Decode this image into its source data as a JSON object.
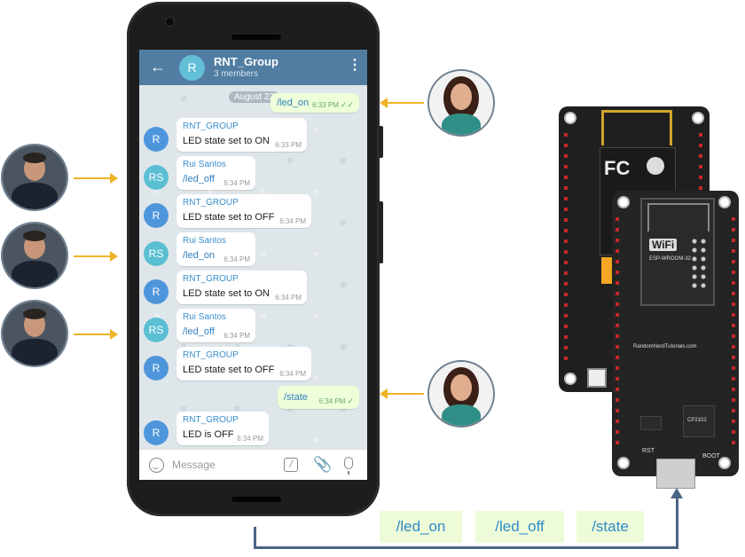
{
  "chat": {
    "group_name": "RNT_Group",
    "members": "3 members",
    "avatar_letter": "R",
    "date": "August 22",
    "input_placeholder": "Message",
    "messages": [
      {
        "dir": "out",
        "text": "/led_on",
        "time": "6:33 PM"
      },
      {
        "dir": "in",
        "avatar": "R",
        "sender": "RNT_GROUP",
        "text": "LED state set to ON",
        "time": "6:33 PM"
      },
      {
        "dir": "in",
        "avatar": "RS",
        "sender": "Rui Santos",
        "text": "/led_off",
        "time": "6:34 PM"
      },
      {
        "dir": "in",
        "avatar": "R",
        "sender": "RNT_GROUP",
        "text": "LED state set to OFF",
        "time": "6:34 PM"
      },
      {
        "dir": "in",
        "avatar": "RS",
        "sender": "Rui Santos",
        "text": "/led_on",
        "time": "6:34 PM"
      },
      {
        "dir": "in",
        "avatar": "R",
        "sender": "RNT_GROUP",
        "text": "LED state set to ON",
        "time": "6:34 PM"
      },
      {
        "dir": "in",
        "avatar": "RS",
        "sender": "Rui Santos",
        "text": "/led_off",
        "time": "6:34 PM"
      },
      {
        "dir": "in",
        "avatar": "R",
        "sender": "RNT_GROUP",
        "text": "LED state set to OFF",
        "time": "6:34 PM"
      },
      {
        "dir": "out",
        "text": "/state",
        "time": "6:34 PM"
      },
      {
        "dir": "in",
        "avatar": "R",
        "sender": "RNT_GROUP",
        "text": "LED is OFF",
        "time": "6:34 PM"
      }
    ]
  },
  "commands": [
    "/led_on",
    "/led_off",
    "/state"
  ],
  "board": {
    "wifi_label": "WiFi",
    "module_label": "ESP-WROOM-32",
    "brand": "RandomNerdTutorials.com",
    "chip_label": "CP2102",
    "btn_left": "RST",
    "btn_right": "BOOT"
  },
  "colors": {
    "header": "#517da2",
    "outgoing": "#eefed9",
    "arrow": "#f0b429",
    "tag_text": "#2d8cc7"
  }
}
